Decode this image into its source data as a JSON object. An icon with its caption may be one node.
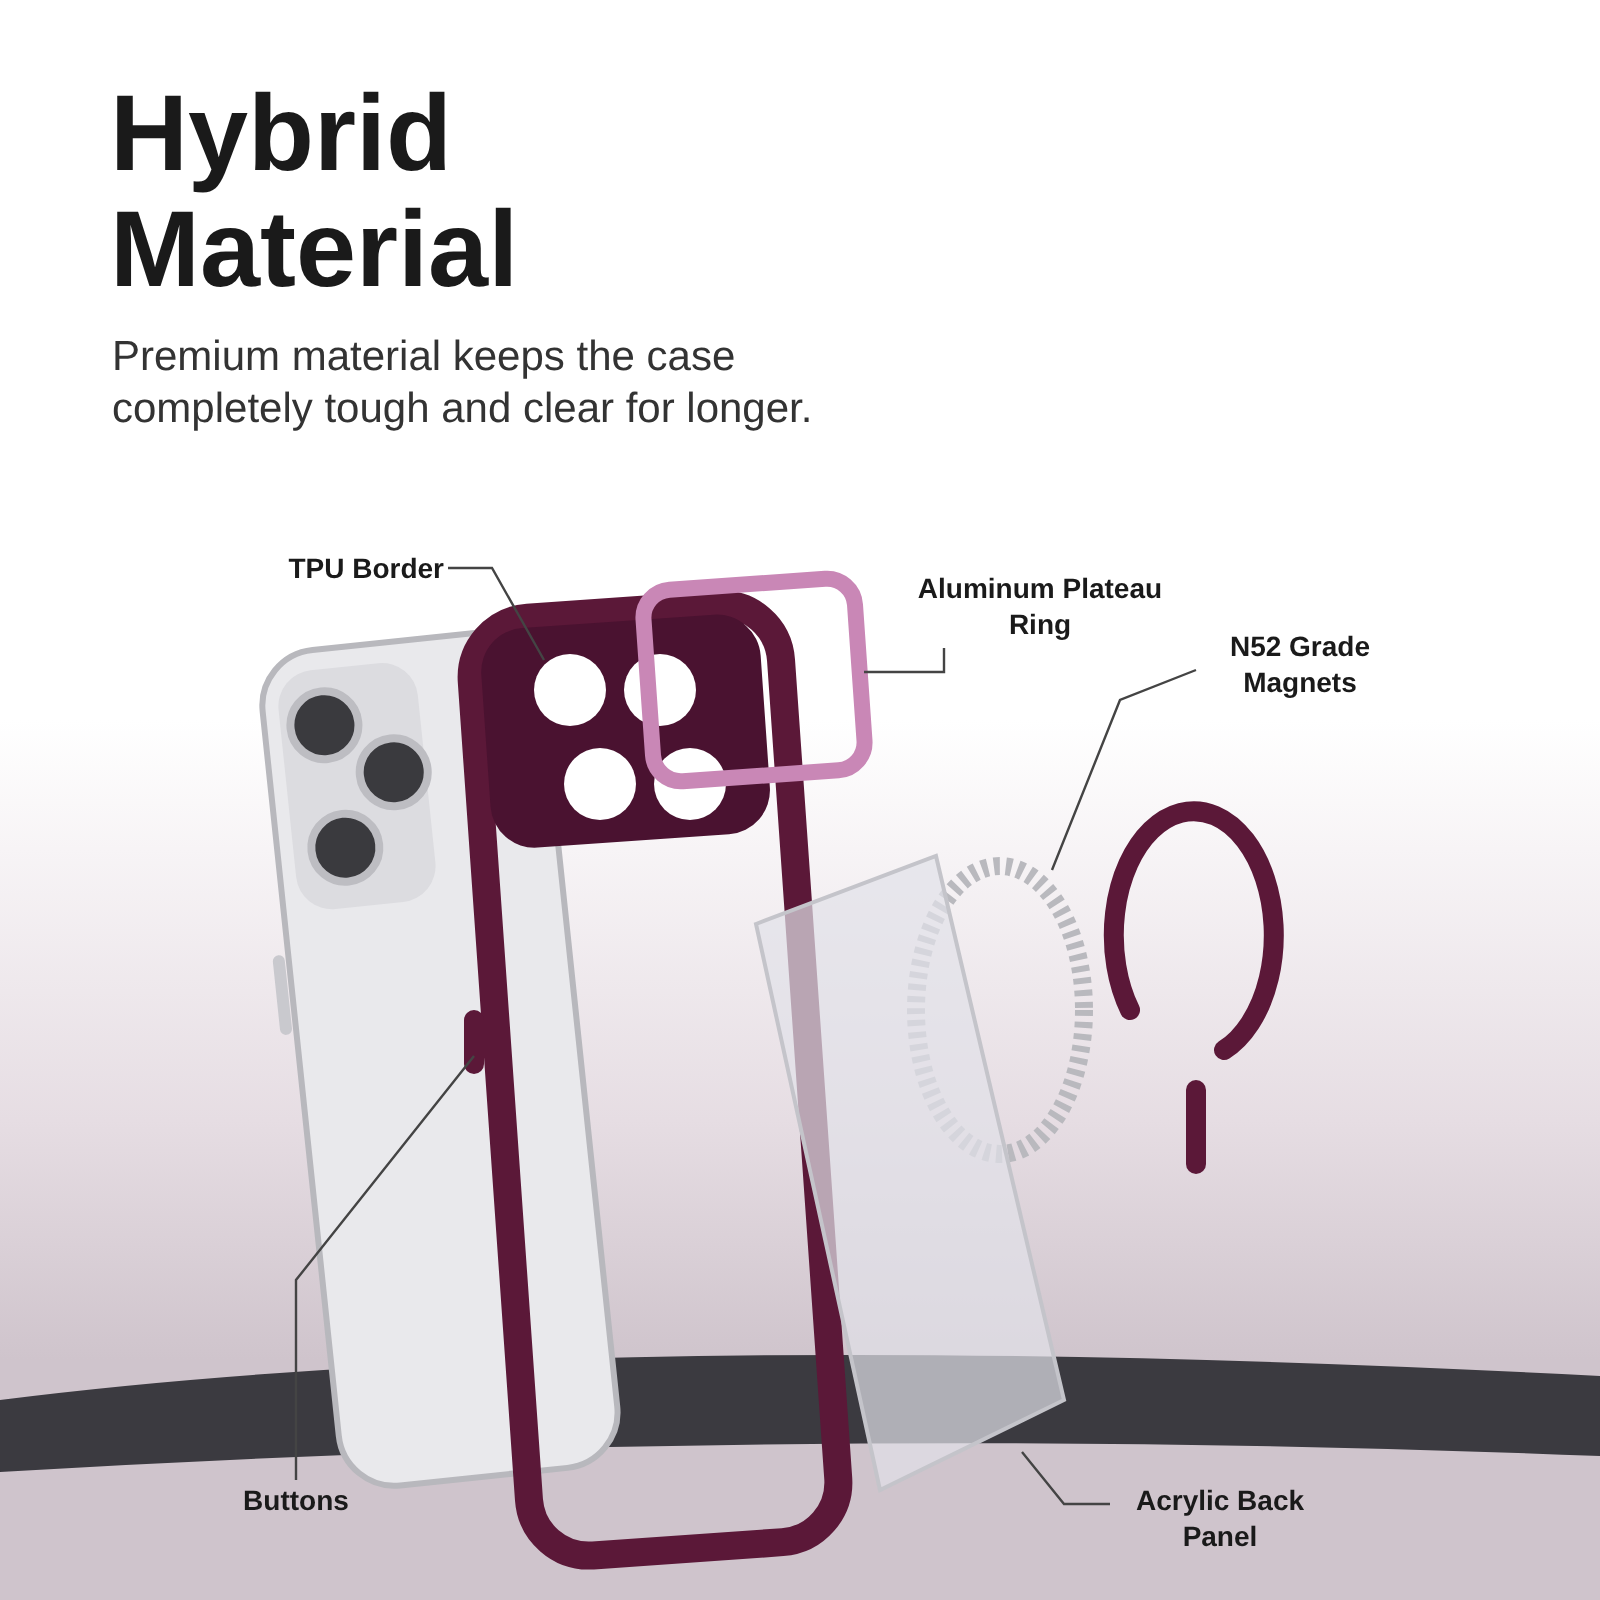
{
  "diagram": {
    "title": "Hybrid Material",
    "nodes": [
      {
        "text": [
          "TPU Border"
        ]
      },
      {
        "text": [],
        "shape": "picture"
      },
      {
        "text": [
          "Aluminum Plateau Ring"
        ]
      },
      {
        "text": [],
        "shape": "box"
      },
      {
        "text": [
          "N52 Grade Magnets"
        ]
      },
      {
        "text": [],
        "shape": "circle"
      },
      {
        "text": [
          "Buttons"
        ]
      },
      {
        "text": [],
        "shape": "bar"
      },
      {
        "text": [
          "Acrylic Back Panel"
        ]
      },
      {
        "text": [],
        "shape": "picture"
      }
    ],
    "edges": [
      {
        "from": 0,
        "to": 1,
        "arrow": "none"
      },
      {
        "from": 2,
        "to": 3,
        "arrow": "none"
      },
      {
        "from": 4,
        "to": 5,
        "arrow": "none"
      },
      {
        "from": 6,
        "to": 7,
        "arrow": "none"
      },
      {
        "from": 8,
        "to": 9,
        "arrow": "none"
      }
    ],
    "labels": [
      "Premium material keeps the case completely tough and clear for longer."
    ]
  }
}
